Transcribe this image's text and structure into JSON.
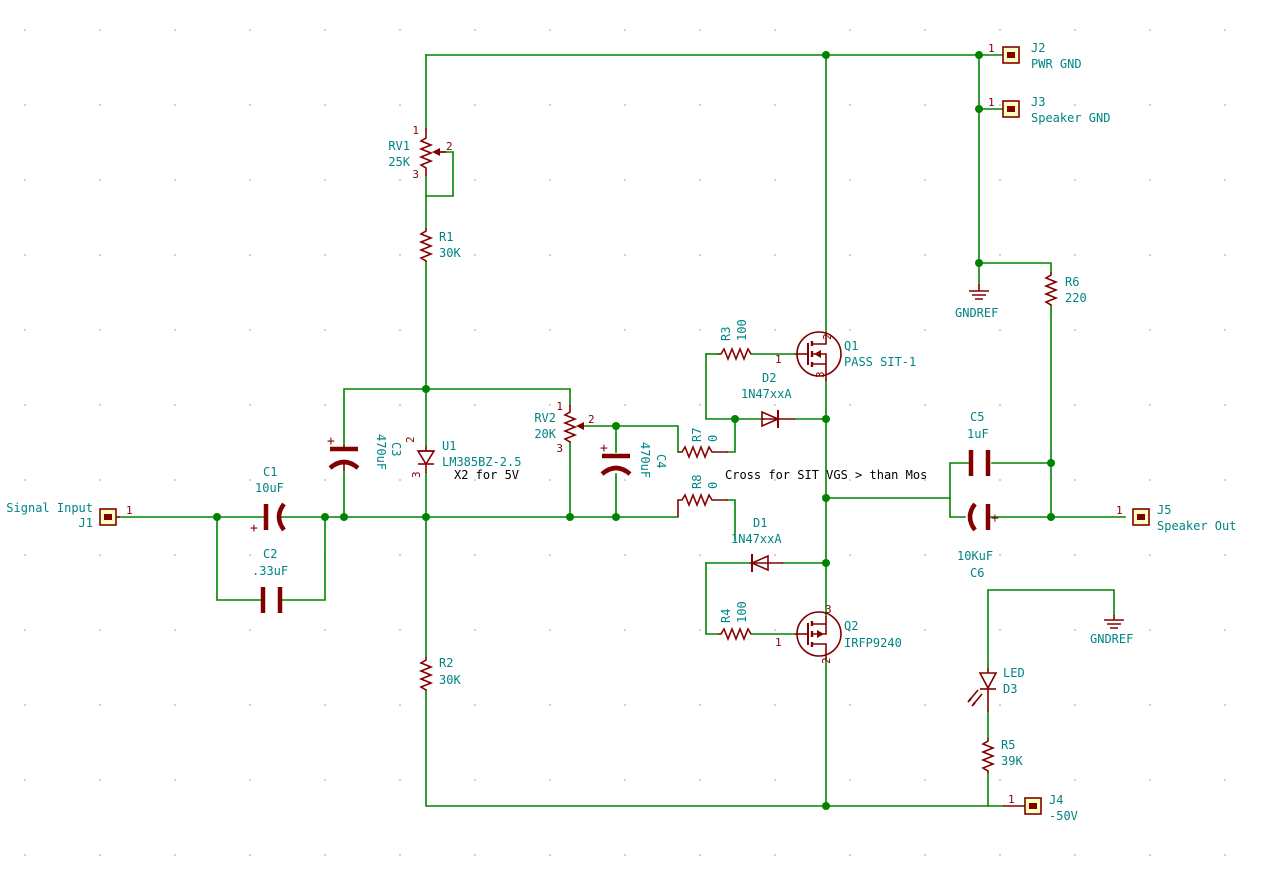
{
  "title": "",
  "components": {
    "J1": {
      "ref": "J1",
      "value": "Signal Input",
      "pin": "1"
    },
    "J2": {
      "ref": "J2",
      "value": "PWR GND",
      "pin": "1"
    },
    "J3": {
      "ref": "J3",
      "value": "Speaker GND",
      "pin": "1"
    },
    "J4": {
      "ref": "J4",
      "value": "-50V",
      "pin": "1"
    },
    "J5": {
      "ref": "J5",
      "value": "Speaker Out",
      "pin": "1"
    },
    "RV1": {
      "ref": "RV1",
      "value": "25K",
      "pins": [
        "1",
        "2",
        "3"
      ]
    },
    "RV2": {
      "ref": "RV2",
      "value": "20K",
      "pins": [
        "1",
        "2",
        "3"
      ]
    },
    "R1": {
      "ref": "R1",
      "value": "30K"
    },
    "R2": {
      "ref": "R2",
      "value": "30K"
    },
    "R3": {
      "ref": "R3",
      "value": "100"
    },
    "R4": {
      "ref": "R4",
      "value": "100"
    },
    "R5": {
      "ref": "R5",
      "value": "39K"
    },
    "R6": {
      "ref": "R6",
      "value": "220"
    },
    "R7": {
      "ref": "R7",
      "value": "0"
    },
    "R8": {
      "ref": "R8",
      "value": "0"
    },
    "C1": {
      "ref": "C1",
      "value": "10uF"
    },
    "C2": {
      "ref": "C2",
      "value": ".33uF"
    },
    "C3": {
      "ref": "C3",
      "value": "470uF"
    },
    "C4": {
      "ref": "C4",
      "value": "470uF"
    },
    "C5": {
      "ref": "C5",
      "value": "1uF"
    },
    "C6": {
      "ref": "C6",
      "value": "10KuF"
    },
    "U1": {
      "ref": "U1",
      "value": "LM385BZ-2.5",
      "note": "X2 for 5V",
      "pins": [
        "2",
        "3"
      ]
    },
    "D1": {
      "ref": "D1",
      "value": "1N47xxA"
    },
    "D2": {
      "ref": "D2",
      "value": "1N47xxA"
    },
    "D3": {
      "ref": "D3",
      "value": "LED"
    },
    "Q1": {
      "ref": "Q1",
      "value": "PASS SIT-1",
      "pins": [
        "1",
        "2",
        "3"
      ]
    },
    "Q2": {
      "ref": "Q2",
      "value": "IRFP9240",
      "pins": [
        "1",
        "2",
        "3"
      ]
    },
    "GND1": {
      "value": "GNDREF"
    },
    "GND2": {
      "value": "GNDREF"
    }
  },
  "notes": {
    "cross": "Cross for SIT VGS > than Mos"
  },
  "colors": {
    "wire": "#008400",
    "component": "#840000",
    "label": "#008484",
    "connector_fill": "#ffffc2"
  }
}
